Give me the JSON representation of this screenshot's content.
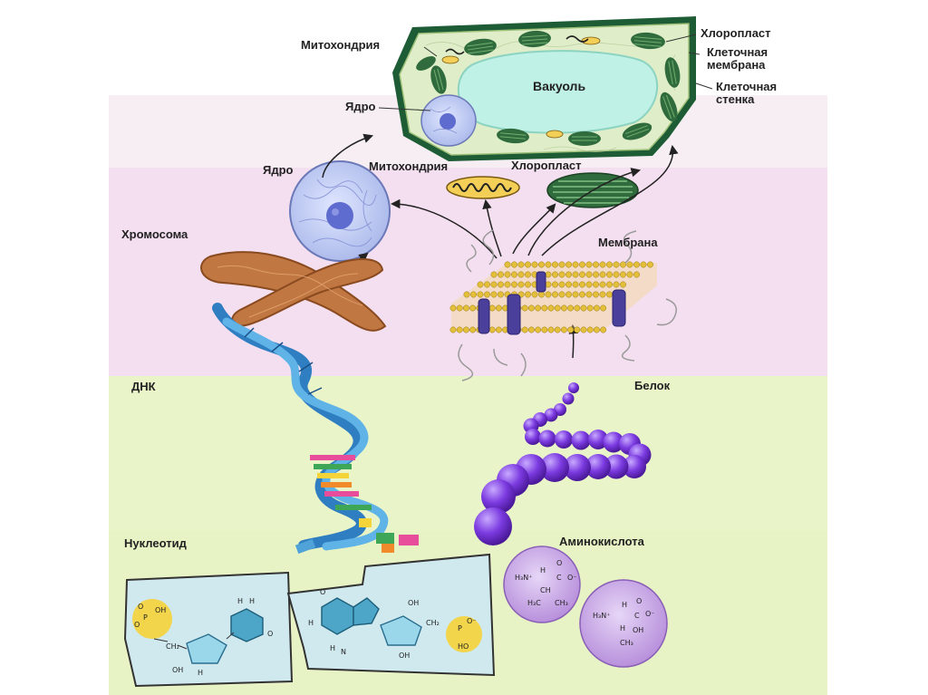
{
  "labels": {
    "mitochondria_top": "Митохондрия",
    "chloroplast_top": "Хлоропласт",
    "cell_membrane": "Клеточная\nмембрана",
    "cell_wall": "Клеточная\nстенка",
    "vacuole": "Вакуоль",
    "nucleus_in_cell": "Ядро",
    "nucleus": "Ядро",
    "mitochondria_mid": "Митохондрия",
    "chloroplast_mid": "Хлоропласт",
    "chromosome": "Хромосома",
    "membrane": "Мембрана",
    "dna": "ДНК",
    "protein": "Белок",
    "nucleotide": "Нуклеотид",
    "amino_acid": "Аминокислота"
  },
  "colors": {
    "band_top": "#f6eef3",
    "band_pink": "#f4dff0",
    "band_green": "#e9f4c9",
    "band_lower_green": "#e7f3c4",
    "cell_wall": "#1e5c36",
    "cytoplasm": "#dfeec8",
    "vacuole": "#bff1e6",
    "chloroplast": "#2f6b3c",
    "mitochondria": "#f3cf58",
    "nucleus": "#b9c6ef",
    "chromosome": "#b9632f",
    "protein": "#7a3ad0",
    "amino_circle": "#c9a7e6"
  }
}
